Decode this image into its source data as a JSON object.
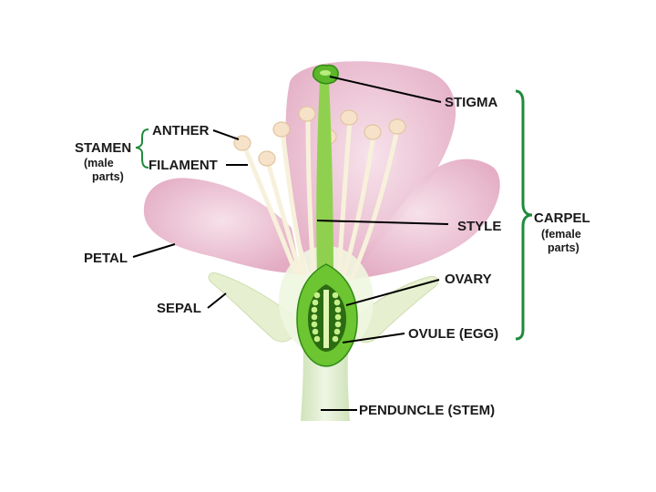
{
  "labels": {
    "stigma": "STIGMA",
    "anther": "ANTHER",
    "stamen": "STAMEN",
    "stamen_note_1": "(male",
    "stamen_note_2": "parts)",
    "filament": "FILAMENT",
    "style": "STYLE",
    "carpel": "CARPEL",
    "carpel_note_1": "(female",
    "carpel_note_2": "parts)",
    "petal": "PETAL",
    "ovary": "OVARY",
    "sepal": "SEPAL",
    "ovule": "OVULE (EGG)",
    "peduncle": "PENDUNCLE (STEM)"
  },
  "colors": {
    "petal": "#e7b3c8",
    "petal_light": "#f3d7e3",
    "green_dark": "#2f8a14",
    "green_bright": "#7ed321",
    "green_light": "#cfe9a8",
    "stem": "#dfeccf",
    "sepal": "#e6efcf",
    "anther": "#f6e2c8",
    "filament": "#f7f1dc",
    "bracket_green": "#1e8a3c"
  }
}
